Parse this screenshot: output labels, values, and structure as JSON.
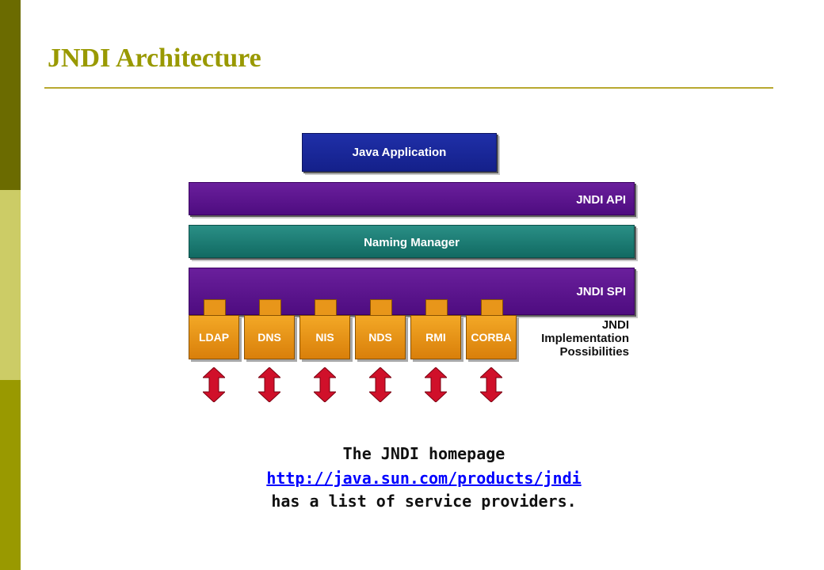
{
  "slide": {
    "title": "JNDI Architecture"
  },
  "diagram": {
    "java_application": "Java Application",
    "jndi_api": "JNDI API",
    "naming_manager": "Naming Manager",
    "jndi_spi": "JNDI SPI",
    "providers": [
      "LDAP",
      "DNS",
      "NIS",
      "NDS",
      "RMI",
      "CORBA"
    ],
    "implementation_label": [
      "JNDI",
      "Implementation",
      "Possibilities"
    ]
  },
  "caption": {
    "line1": "The JNDI homepage",
    "link": "http://java.sun.com/products/jndi",
    "line3": "has a list of service providers."
  },
  "colors": {
    "title": "#999900",
    "java_application": "#1f2fa8",
    "jndi_layers": "#5a1590",
    "naming_manager": "#1b7d74",
    "provider": "#f0a020",
    "arrow": "#d0102a",
    "link": "#0000ff"
  }
}
